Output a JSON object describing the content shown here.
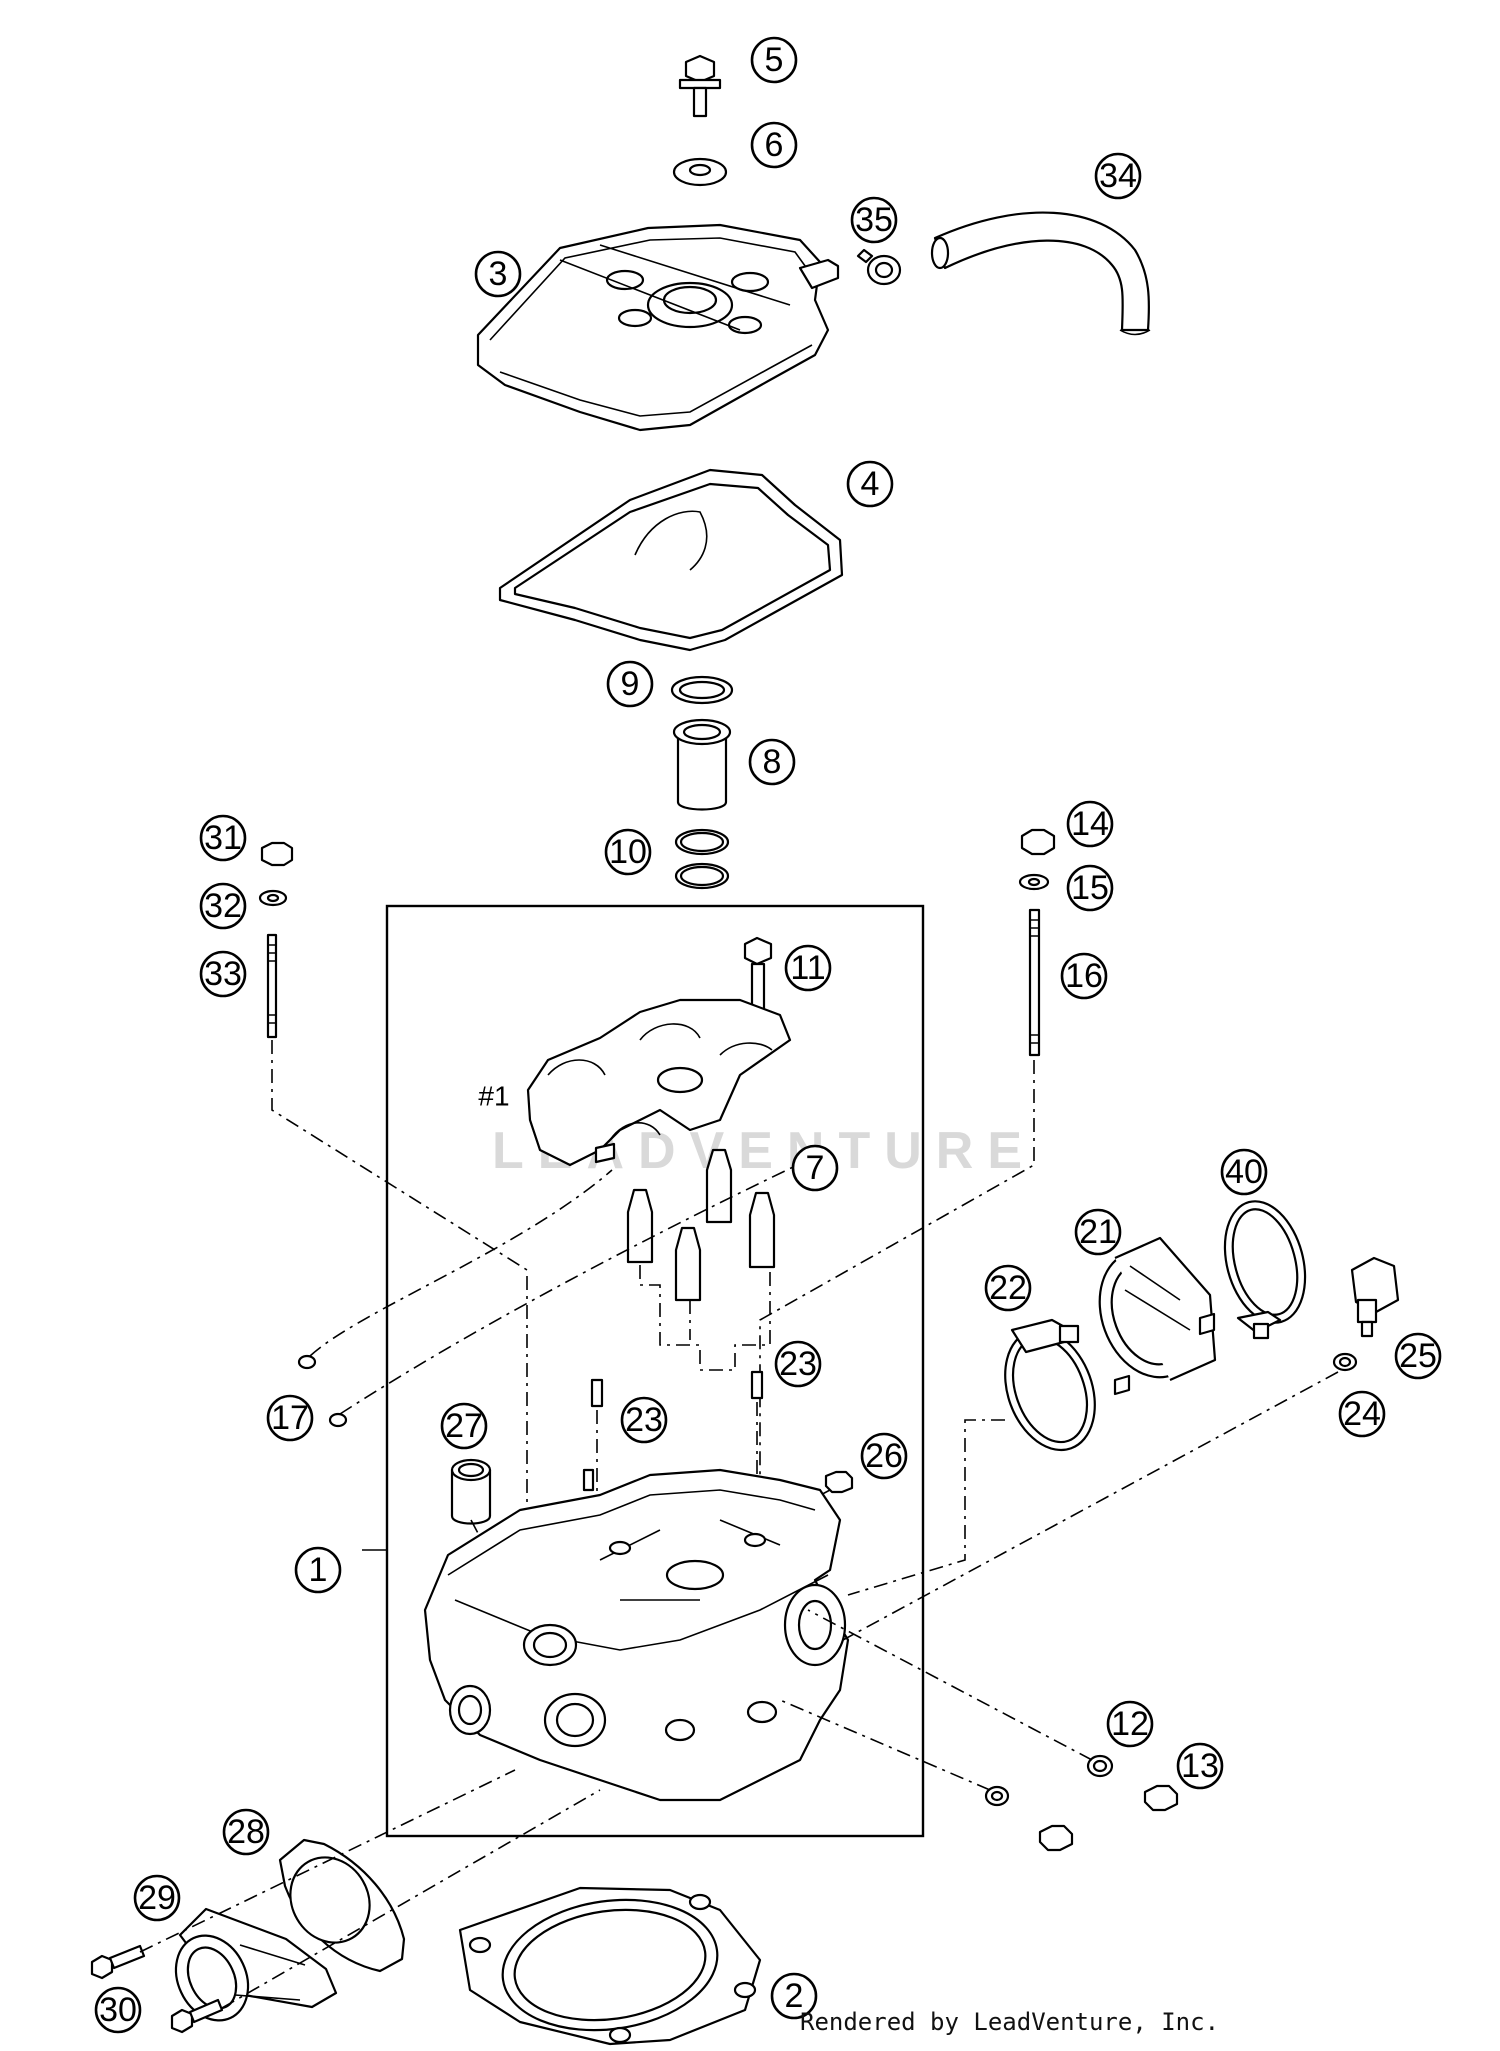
{
  "watermark": "LEADVENTURE",
  "credit": "Rendered by LeadVenture, Inc.",
  "callouts": {
    "c1": "1",
    "c2": "2",
    "c3": "3",
    "c4": "4",
    "c5": "5",
    "c6": "6",
    "c7": "7",
    "c8": "8",
    "c9": "9",
    "c10": "10",
    "c11": "11",
    "c12": "12",
    "c13": "13",
    "c14": "14",
    "c15": "15",
    "c16": "16",
    "c17": "17",
    "c21": "21",
    "c22": "22",
    "c23a": "23",
    "c23b": "23",
    "c24": "24",
    "c25": "25",
    "c26": "26",
    "c27": "27",
    "c28": "28",
    "c29": "29",
    "c30": "30",
    "c31": "31",
    "c32": "32",
    "c33": "33",
    "c34": "34",
    "c35": "35",
    "c40": "40",
    "sub1": "#1"
  }
}
